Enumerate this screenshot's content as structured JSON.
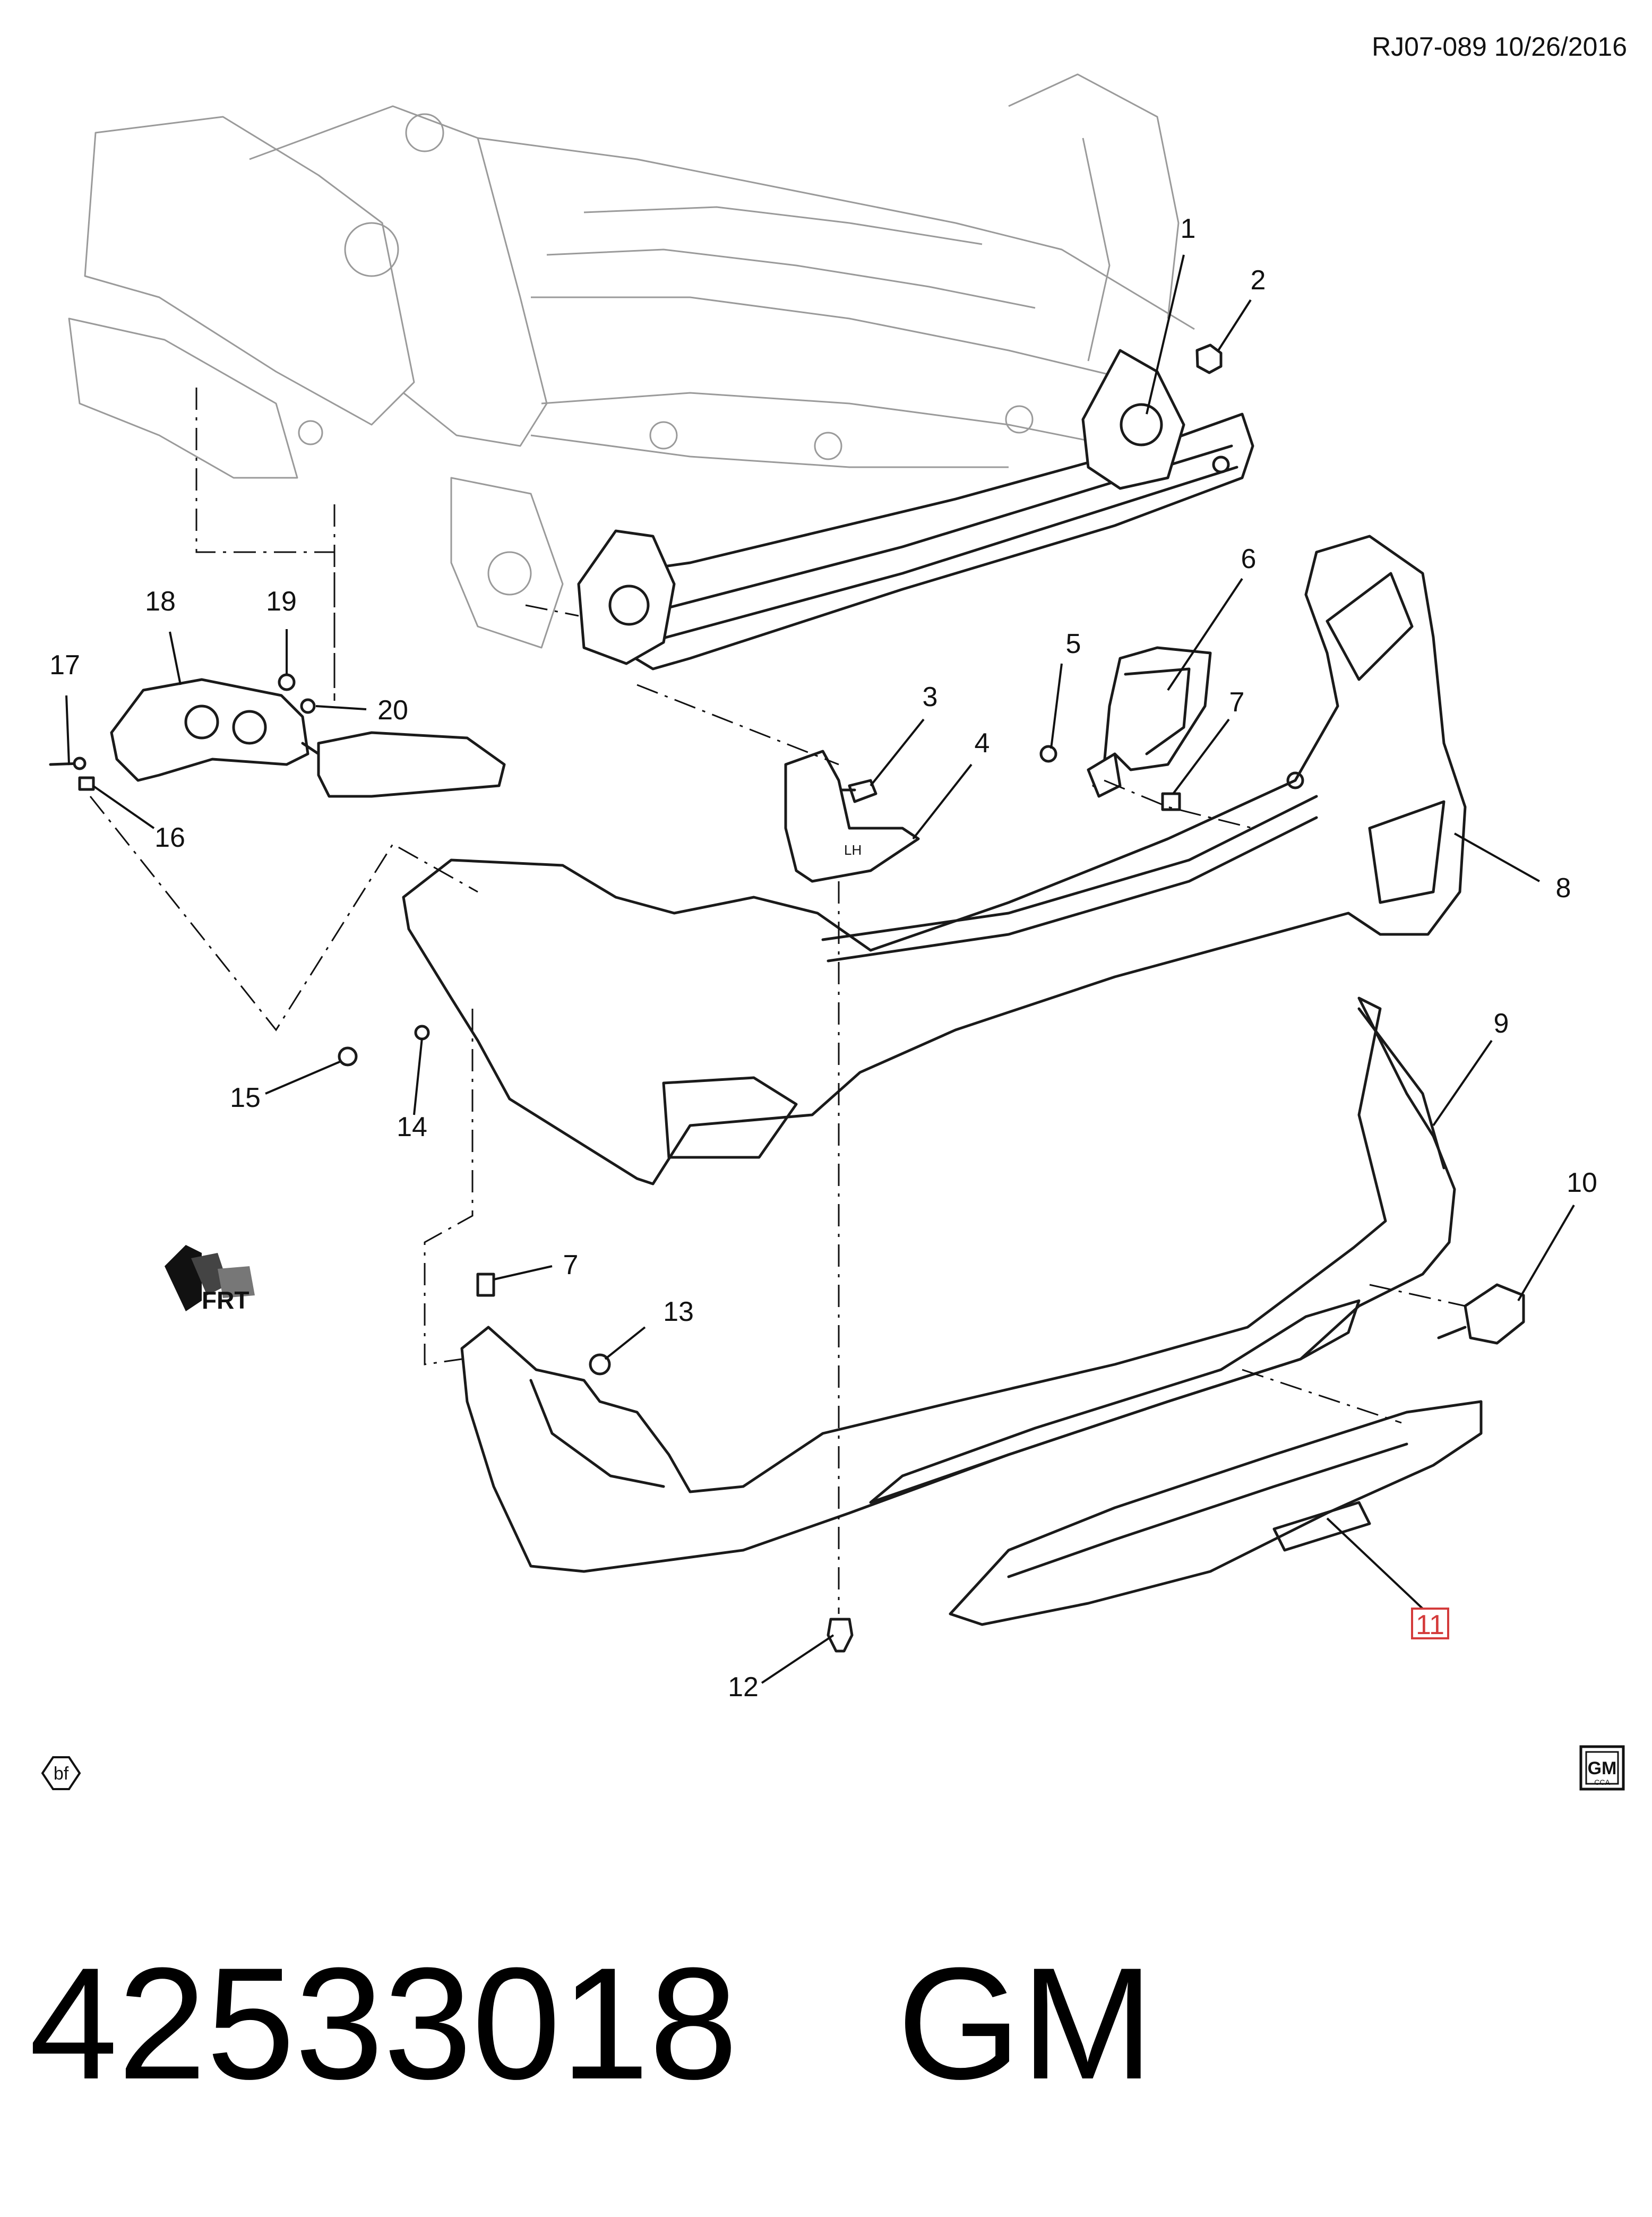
{
  "header": {
    "reference": "RJ07-089  10/26/2016"
  },
  "callouts": [
    {
      "id": "1",
      "label": "1"
    },
    {
      "id": "2",
      "label": "2"
    },
    {
      "id": "3",
      "label": "3"
    },
    {
      "id": "4",
      "label": "4"
    },
    {
      "id": "5",
      "label": "5"
    },
    {
      "id": "6",
      "label": "6"
    },
    {
      "id": "7a",
      "label": "7"
    },
    {
      "id": "7b",
      "label": "7"
    },
    {
      "id": "8",
      "label": "8"
    },
    {
      "id": "9",
      "label": "9"
    },
    {
      "id": "10",
      "label": "10"
    },
    {
      "id": "11",
      "label": "11",
      "highlighted": true
    },
    {
      "id": "12",
      "label": "12"
    },
    {
      "id": "13",
      "label": "13"
    },
    {
      "id": "14",
      "label": "14"
    },
    {
      "id": "15",
      "label": "15"
    },
    {
      "id": "16",
      "label": "16"
    },
    {
      "id": "17",
      "label": "17"
    },
    {
      "id": "18",
      "label": "18"
    },
    {
      "id": "19",
      "label": "19"
    },
    {
      "id": "20",
      "label": "20"
    }
  ],
  "front_indicator": {
    "text": "FRT",
    "icon": "front-arrow-icon"
  },
  "bf_symbol": {
    "text": "bf"
  },
  "gm_logo": {
    "text": "GM",
    "subtext": "CCA"
  },
  "part_number": {
    "number": "42533018",
    "brand": "GM"
  },
  "colors": {
    "highlight": "#d43b3b",
    "line": "#1a1a1a",
    "vehicle_body": "#9a9a9a"
  }
}
